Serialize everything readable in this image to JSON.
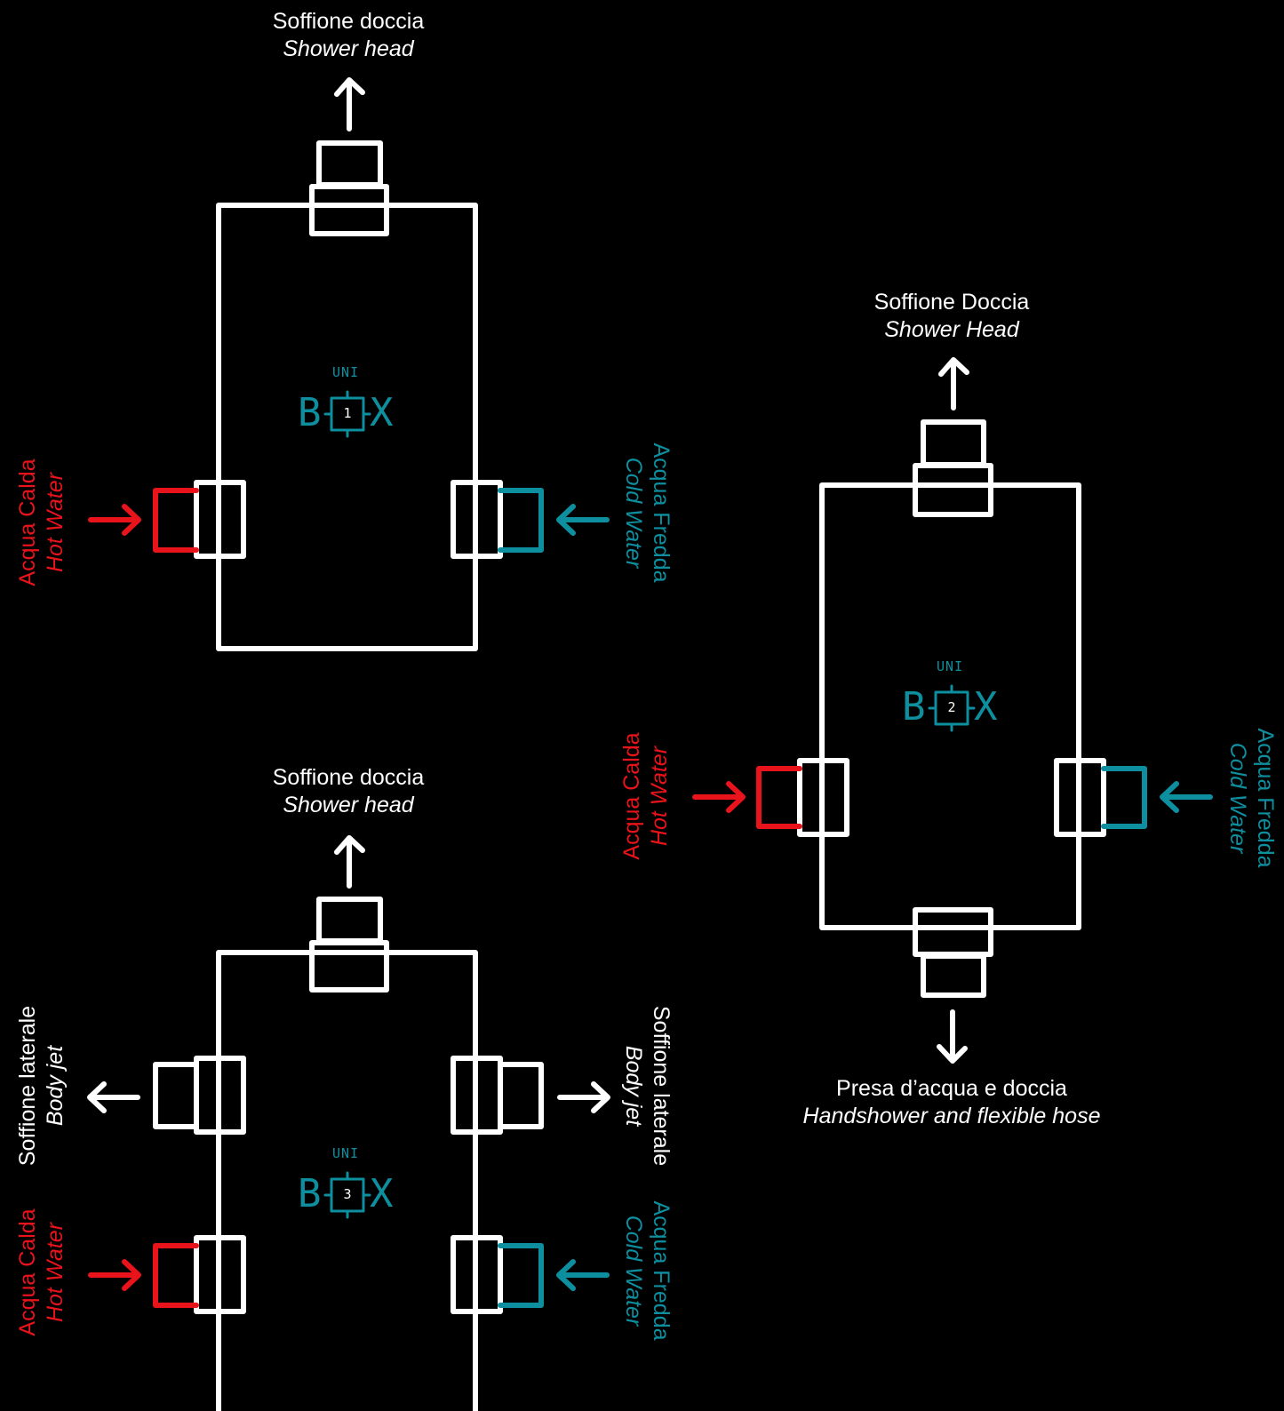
{
  "colors": {
    "hot": "#e8131b",
    "cold": "#0e8f9f",
    "line": "#ffffff",
    "background": "#000000"
  },
  "box1": {
    "logo": {
      "top": "UNI",
      "left": "B",
      "right": "X",
      "number": "1"
    },
    "top_outlet": {
      "it": "Soffione doccia",
      "en": "Shower head"
    },
    "hot_inlet": {
      "it": "Acqua Calda",
      "en": "Hot Water"
    },
    "cold_inlet": {
      "it": "Acqua Fredda",
      "en": "Cold Water"
    }
  },
  "box2": {
    "logo": {
      "top": "UNI",
      "left": "B",
      "right": "X",
      "number": "2"
    },
    "top_outlet": {
      "it": "Soffione Doccia",
      "en": "Shower Head"
    },
    "bottom_outlet": {
      "it": "Presa d’acqua e doccia",
      "en": "Handshower and flexible hose"
    },
    "hot_inlet": {
      "it": "Acqua Calda",
      "en": "Hot Water"
    },
    "cold_inlet": {
      "it": "Acqua Fredda",
      "en": "Cold Water"
    }
  },
  "box3": {
    "logo": {
      "top": "UNI",
      "left": "B",
      "right": "X",
      "number": "3"
    },
    "top_outlet": {
      "it": "Soffione doccia",
      "en": "Shower head"
    },
    "left_jet": {
      "it": "Soffione laterale",
      "en": "Body jet"
    },
    "right_jet": {
      "it": "Soffione laterale",
      "en": "Body jet"
    },
    "hot_inlet": {
      "it": "Acqua Calda",
      "en": "Hot Water"
    },
    "cold_inlet": {
      "it": "Acqua Fredda",
      "en": "Cold Water"
    }
  }
}
